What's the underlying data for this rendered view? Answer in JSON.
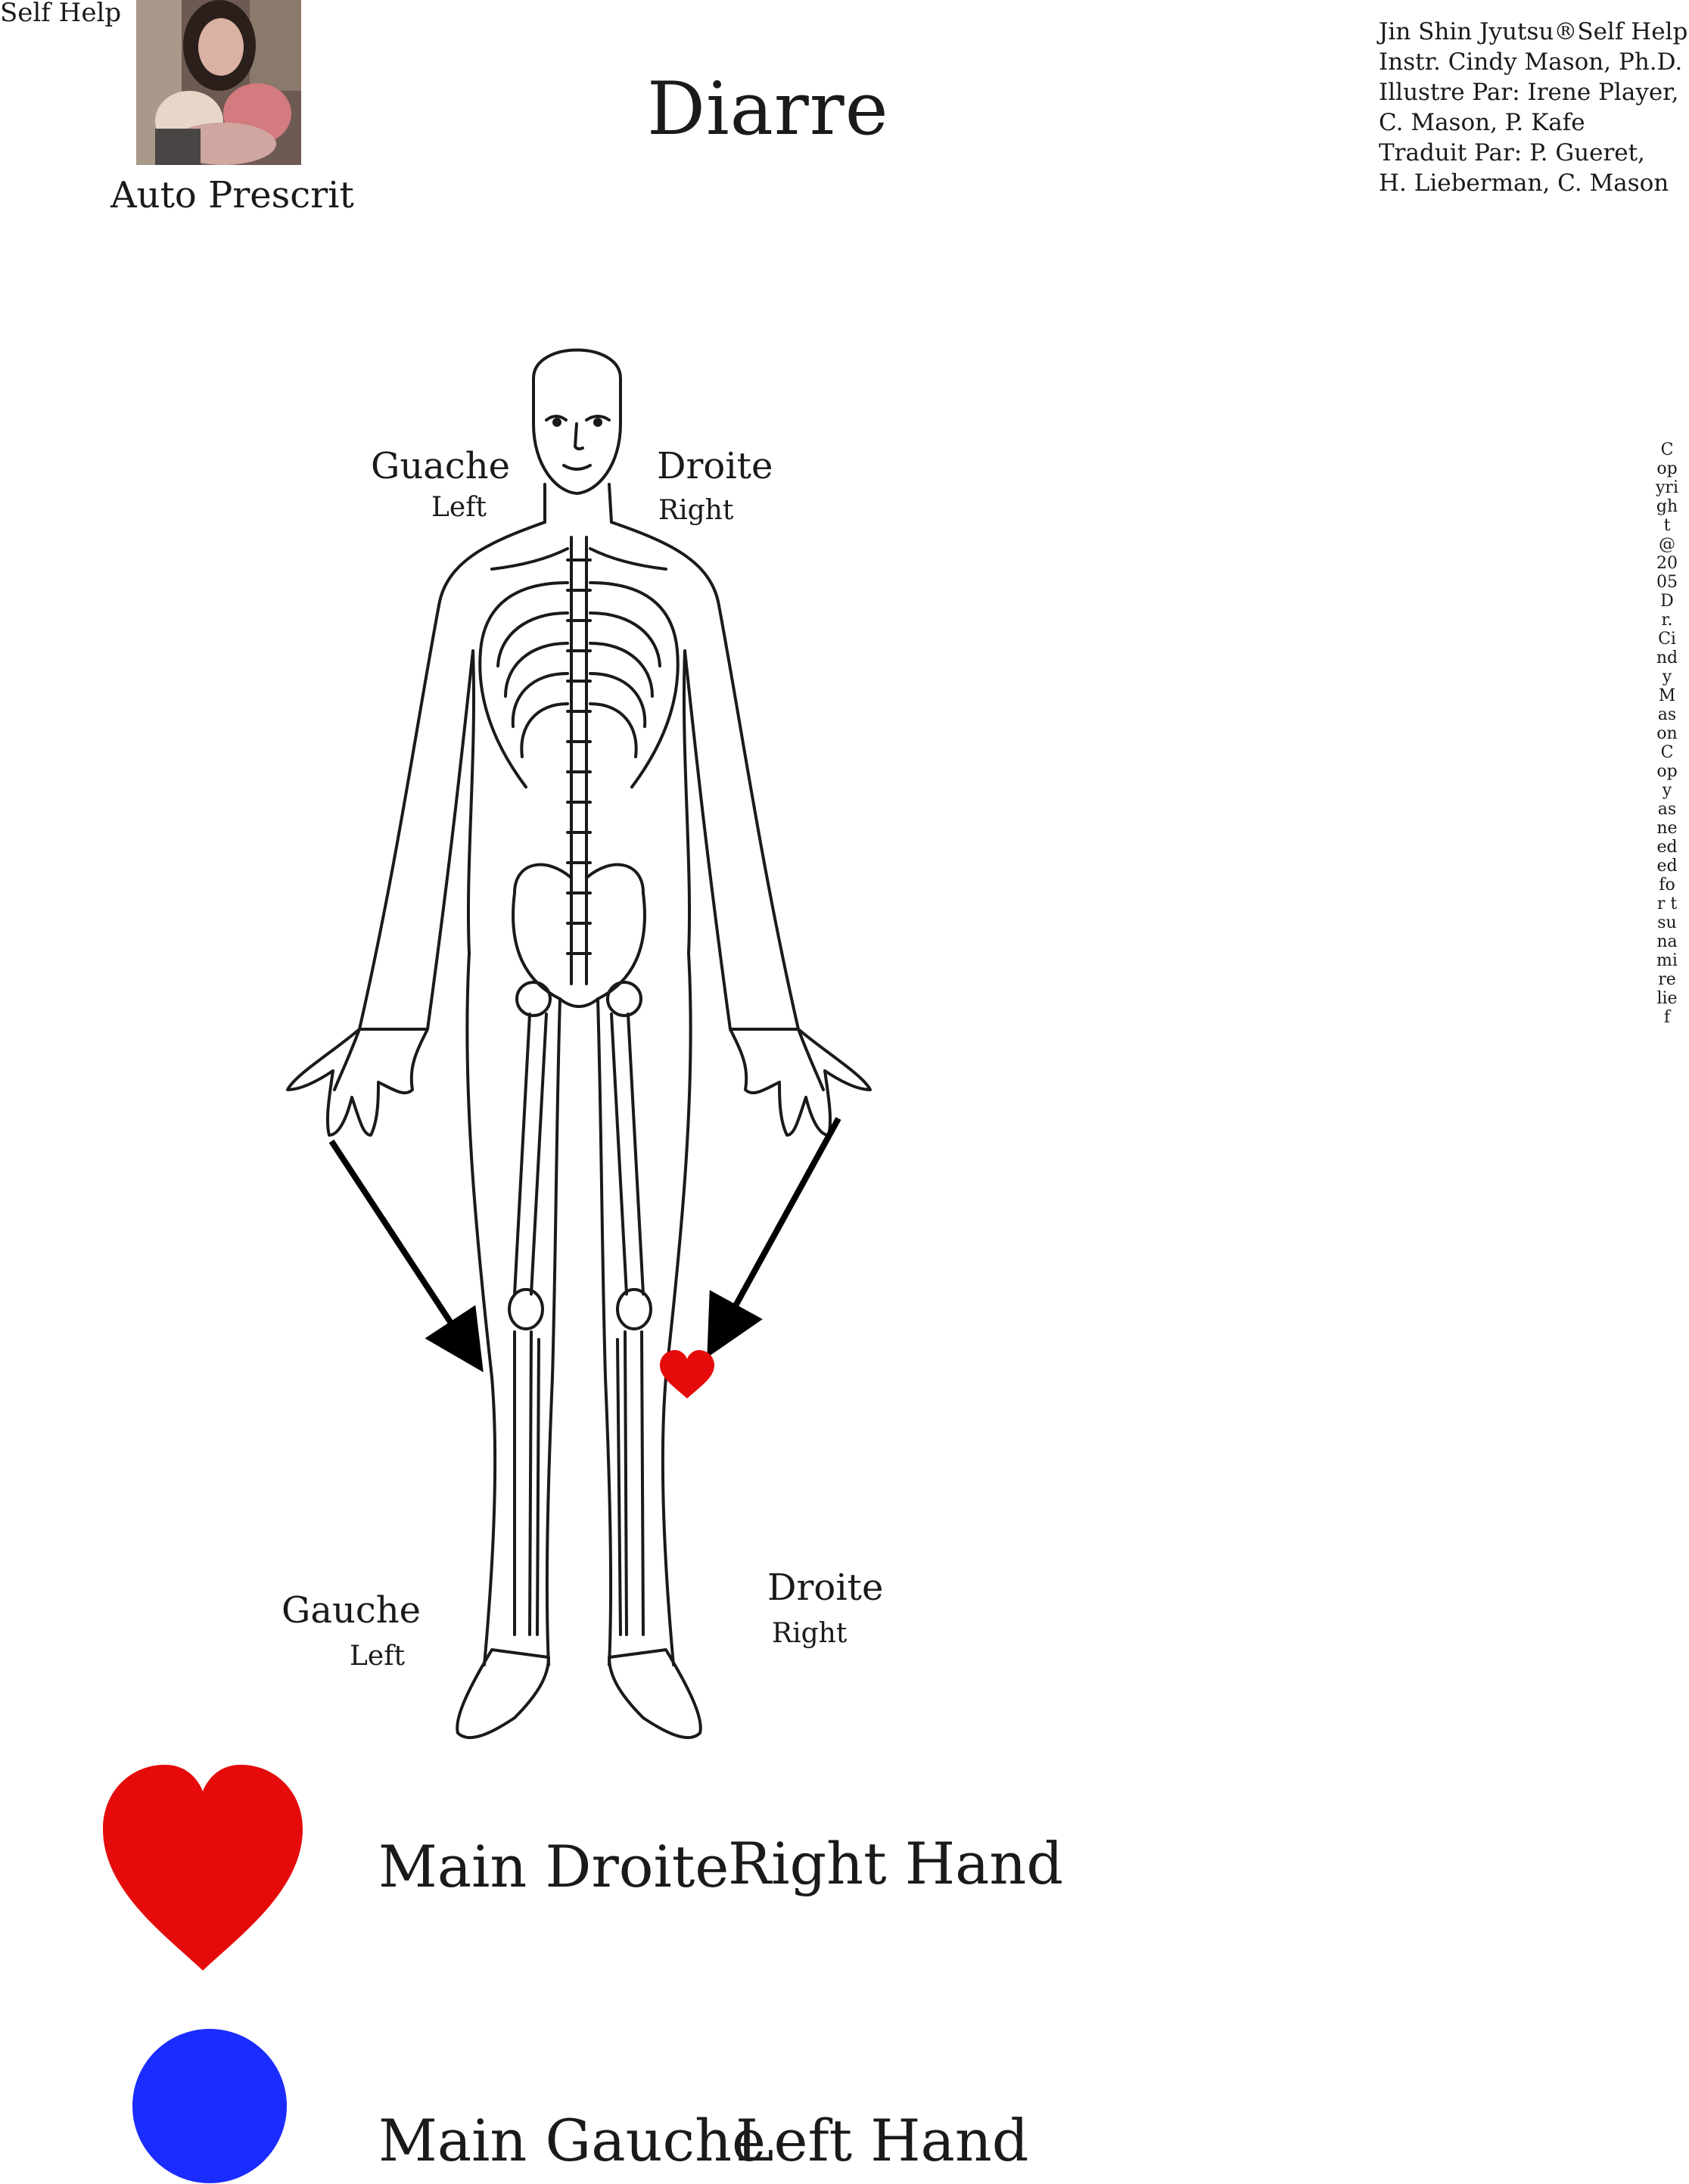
{
  "header": {
    "corner_label": "Self Help",
    "subtitle": "Auto Prescrit",
    "title": "Diarre",
    "credits": [
      "Jin Shin Jyutsu®Self Help",
      "Instr.  Cindy Mason, Ph.D.",
      "Illustre Par: Irene Player,",
      "C. Mason, P. Kafe",
      "Traduit Par: P. Gueret,",
      "H. Lieberman, C. Mason"
    ]
  },
  "copyright": "Copyright@2005 Dr. Cindy Mason Copy as needed for tsunami relief",
  "figure": {
    "upper_left_fr": "Guache",
    "upper_left_en": "Left",
    "upper_right_fr": "Droite",
    "upper_right_en": "Right",
    "lower_left_fr": "Gauche",
    "lower_left_en": "Left",
    "lower_right_fr": "Droite",
    "lower_right_en": "Right"
  },
  "legend": {
    "right_hand_fr": "Main Droite",
    "right_hand_en": "Right Hand",
    "left_hand_fr": "Main Gauche",
    "left_hand_en": "Left Hand"
  },
  "colors": {
    "right_hand_marker": "#e50b0b",
    "left_hand_marker": "#1a2cff",
    "arrow": "#000000"
  }
}
